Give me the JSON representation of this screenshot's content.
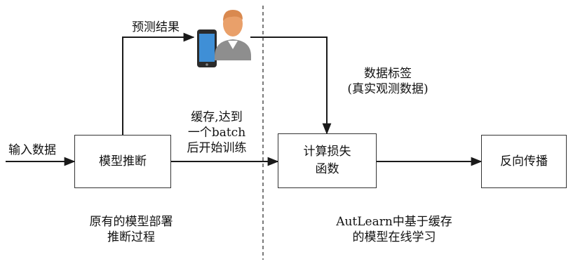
{
  "diagram": {
    "input_label": "输入数据",
    "prediction_label": "预测结果",
    "labels_line1": "数据标签",
    "labels_line2": "(真实观测数据)",
    "cache_line1": "缓存,达到",
    "cache_line2": "一个batch",
    "cache_line3": "后开始训练",
    "boxes": {
      "model_inference": "模型推断",
      "loss_line1": "计算损失",
      "loss_line2": "函数",
      "backprop": "反向传播"
    },
    "captions": {
      "left_line1": "原有的模型部署",
      "left_line2": "推断过程",
      "right_line1": "AutLearn中基于缓存",
      "right_line2": "的模型在线学习"
    },
    "icons": [
      "smartphone-icon",
      "user-icon"
    ],
    "colors": {
      "line": "#1a1a1a",
      "phone": "#3f8fd6",
      "person_head": "#e9a06a",
      "person_body": "#8e8e8e"
    }
  }
}
